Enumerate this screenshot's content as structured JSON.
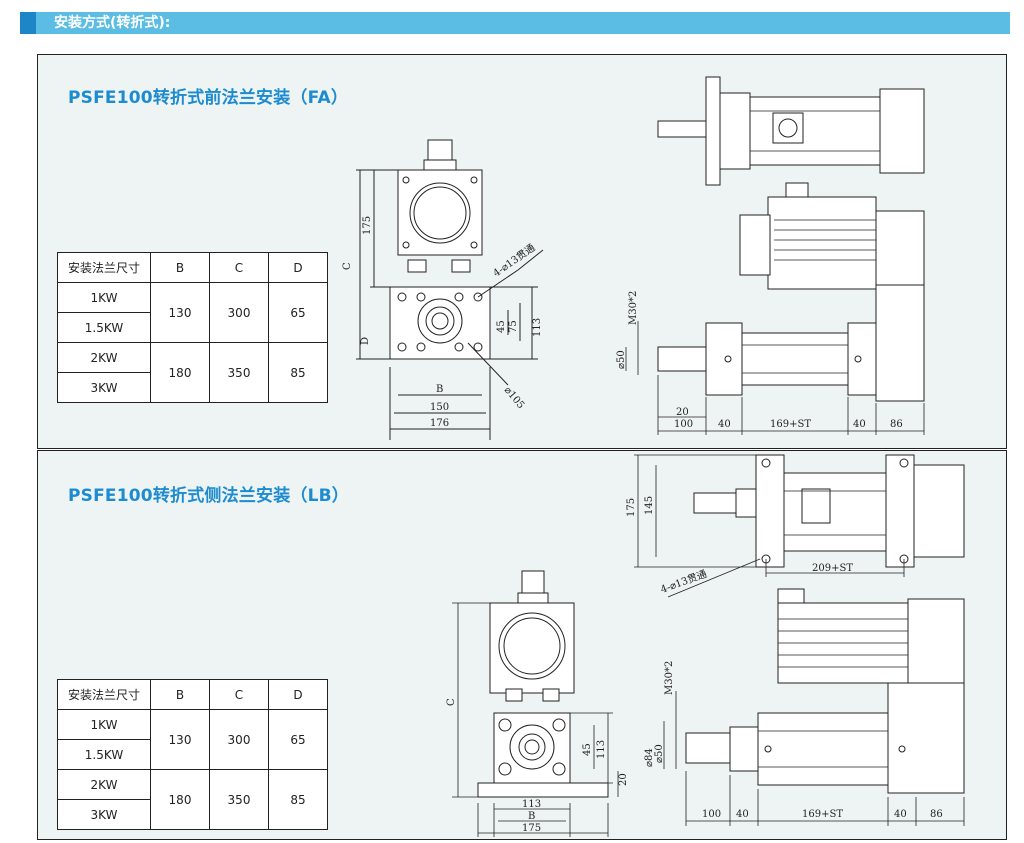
{
  "header": {
    "title": "安装方式(转折式):"
  },
  "sections": [
    {
      "title": "PSFE100转折式前法兰安装（FA）",
      "table": {
        "headers": [
          "安装法兰尺寸",
          "B",
          "C",
          "D"
        ],
        "rows": [
          {
            "power": [
              "1KW",
              "1.5KW"
            ],
            "B": "130",
            "C": "300",
            "D": "65"
          },
          {
            "power": [
              "2KW",
              "3KW"
            ],
            "B": "180",
            "C": "350",
            "D": "85"
          }
        ]
      },
      "dims": {
        "front": [
          "C",
          "175",
          "D",
          "4-⌀13贯通",
          "45",
          "75",
          "113",
          "⌀105",
          "B",
          "150",
          "176"
        ],
        "side": [
          "M30*2",
          "⌀50",
          "20",
          "100",
          "40",
          "169+ST",
          "40",
          "86"
        ]
      }
    },
    {
      "title": "PSFE100转折式侧法兰安装（LB）",
      "table": {
        "headers": [
          "安装法兰尺寸",
          "B",
          "C",
          "D"
        ],
        "rows": [
          {
            "power": [
              "1KW",
              "1.5KW"
            ],
            "B": "130",
            "C": "300",
            "D": "65"
          },
          {
            "power": [
              "2KW",
              "3KW"
            ],
            "B": "180",
            "C": "350",
            "D": "85"
          }
        ]
      },
      "dims": {
        "top": [
          "175",
          "145",
          "4-⌀13贯通",
          "209+ST"
        ],
        "front": [
          "C",
          "45",
          "113",
          "20",
          "113",
          "B",
          "175"
        ],
        "side": [
          "M30*2",
          "⌀84",
          "⌀50",
          "100",
          "40",
          "169+ST",
          "40",
          "86"
        ]
      }
    }
  ]
}
